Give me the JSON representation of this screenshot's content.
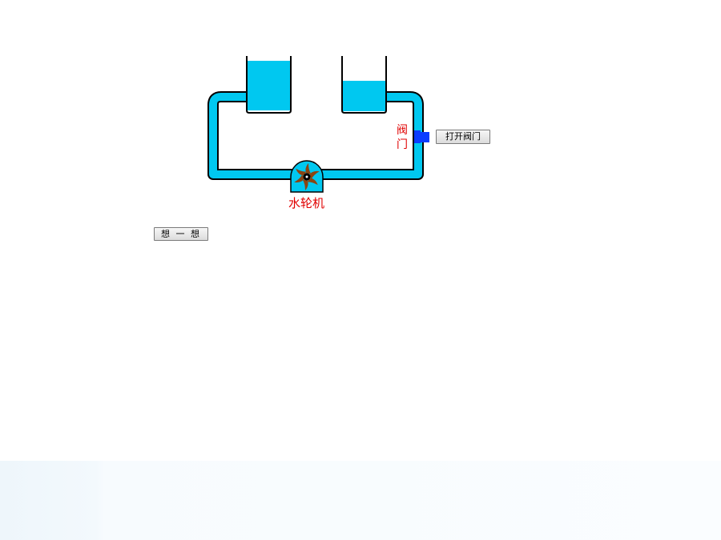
{
  "diagram": {
    "valve_label": "阀门",
    "turbine_label": "水轮机"
  },
  "buttons": {
    "open_valve": "打开阀门",
    "think": "想 一 想"
  },
  "colors": {
    "water": "#00c8f0",
    "pipe_outline": "#000000",
    "valve": "#0a3cff",
    "label": "#e00000",
    "turbine_blades": "#8b4513"
  }
}
